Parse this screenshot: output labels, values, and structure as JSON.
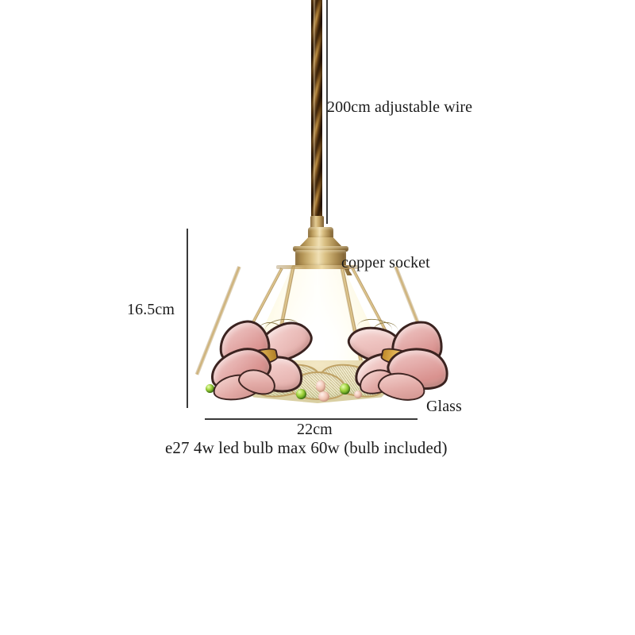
{
  "product": {
    "type": "tiffany-style stained glass butterfly pendant lamp",
    "background_color": "#ffffff"
  },
  "annotations": {
    "wire": "200cm adjustable wire",
    "socket": "copper socket",
    "glass": "Glass",
    "height": "16.5cm",
    "width": "22cm",
    "bulb": "e27 4w led bulb max 60w (bulb included)"
  },
  "dimensions": {
    "height_value": "16.5cm",
    "width_value": "22cm",
    "wire_length": "200cm"
  },
  "colors": {
    "brass": "#d8be81",
    "glass_amber": "#f2dbab",
    "butterfly_pink": "#e6b0ae",
    "butterfly_outline": "#3b2320",
    "bead_green": "#9fd23c",
    "bead_pink": "#f3cbbb",
    "cord_brown": "#8a6a3c",
    "text": "#1b1b1b",
    "rule": "#3a3a3a"
  }
}
